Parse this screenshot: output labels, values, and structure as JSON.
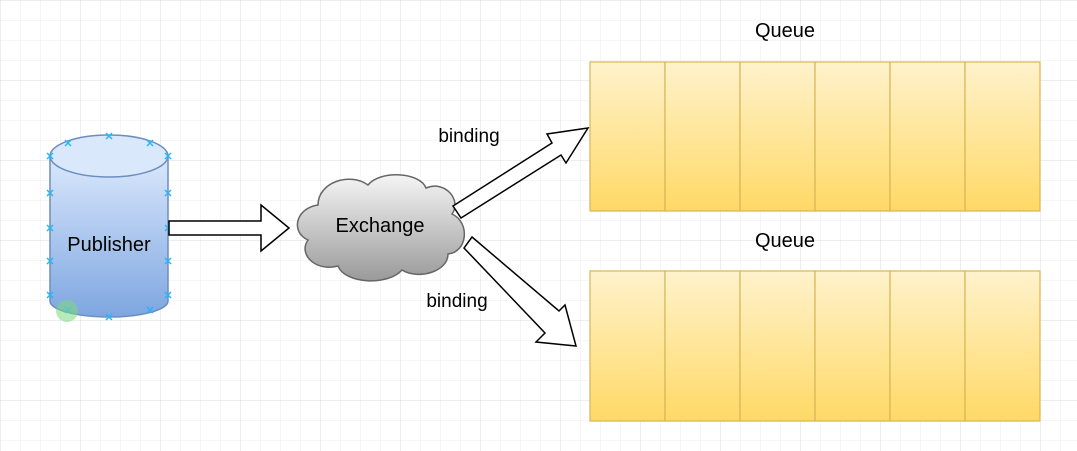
{
  "publisher": {
    "label": "Publisher",
    "fill_top": "#dae8fc",
    "fill_bottom": "#7ea6e0",
    "stroke": "#6c8ebf"
  },
  "exchange": {
    "label": "Exchange",
    "fill_top": "#f5f5f5",
    "fill_bottom": "#9a9a9a",
    "stroke": "#666666"
  },
  "bindings": [
    {
      "label": "binding"
    },
    {
      "label": "binding"
    }
  ],
  "queues": [
    {
      "label": "Queue",
      "cells": 6
    },
    {
      "label": "Queue",
      "cells": 6
    }
  ],
  "colors": {
    "queue_fill_top": "#fff2cc",
    "queue_fill_bottom": "#ffd966",
    "queue_stroke": "#d6b656",
    "grid_line": "#e8e8e8",
    "selection_handle": "#29b6f2"
  }
}
